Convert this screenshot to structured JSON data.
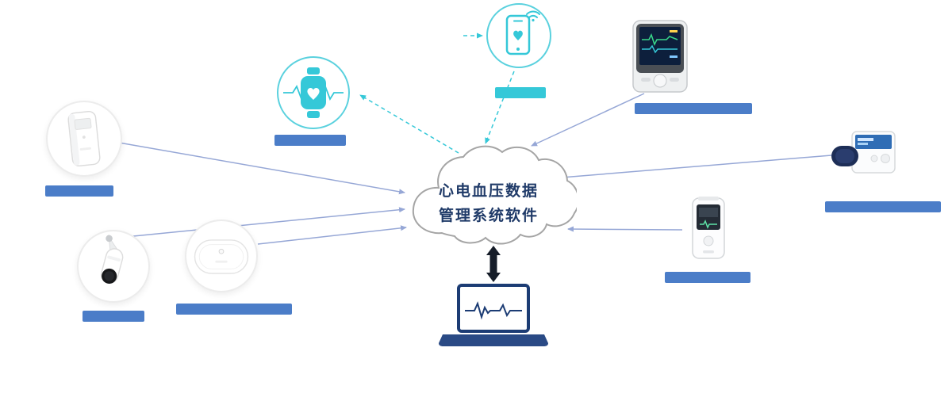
{
  "cloud": {
    "title_line1": "心电血压数据",
    "title_line2": "管理系统软件"
  },
  "colors": {
    "teal_accent": "#35c8d8",
    "label_blue": "#4b7dc8",
    "label_cyan": "#35c8d8",
    "connector_line": "#96a7d6",
    "cloud_outline": "#a5a5a5",
    "cloud_text": "#1f3a68",
    "laptop_navy": "#2a4a85",
    "double_arrow": "#161d29"
  },
  "nodes": [
    {
      "id": "left-device",
      "type": "device-photo",
      "icon": "handheld-recorder-photo",
      "label": ""
    },
    {
      "id": "smartwatch",
      "type": "icon",
      "icon": "smartwatch-heart-ecg-icon",
      "label": ""
    },
    {
      "id": "phone",
      "type": "icon",
      "icon": "smartphone-heart-wifi-icon",
      "label": ""
    },
    {
      "id": "top-right-monitor",
      "type": "device-photo",
      "icon": "ecg-monitor-photo",
      "label": ""
    },
    {
      "id": "far-right-device",
      "type": "device-photo",
      "icon": "blood-pressure-device-photo",
      "label": ""
    },
    {
      "id": "ear-device",
      "type": "device-photo",
      "icon": "ear-thermometer-photo",
      "label": ""
    },
    {
      "id": "patch-device",
      "type": "device-photo",
      "icon": "patch-recorder-photo",
      "label": ""
    },
    {
      "id": "right-middle-recorder",
      "type": "device-photo",
      "icon": "portable-recorder-photo",
      "label": ""
    },
    {
      "id": "laptop",
      "type": "icon",
      "icon": "laptop-ecg-icon"
    }
  ],
  "connections": [
    {
      "from": "left-device",
      "to": "cloud",
      "style": "solid-arrow"
    },
    {
      "from": "ear-device",
      "to": "cloud",
      "style": "solid-arrow"
    },
    {
      "from": "patch-device",
      "to": "cloud",
      "style": "solid-arrow"
    },
    {
      "from": "top-right-monitor",
      "to": "cloud",
      "style": "solid-arrow"
    },
    {
      "from": "far-right-device",
      "to": "cloud",
      "style": "solid-arrow"
    },
    {
      "from": "right-middle-recorder",
      "to": "cloud",
      "style": "solid-arrow"
    },
    {
      "from": "cloud",
      "to": "smartwatch",
      "style": "dashed-arrow"
    },
    {
      "from": "phone",
      "to": "cloud",
      "style": "dashed-arrow-bidirectional"
    },
    {
      "from": "cloud",
      "to": "laptop",
      "style": "double-arrow"
    }
  ]
}
